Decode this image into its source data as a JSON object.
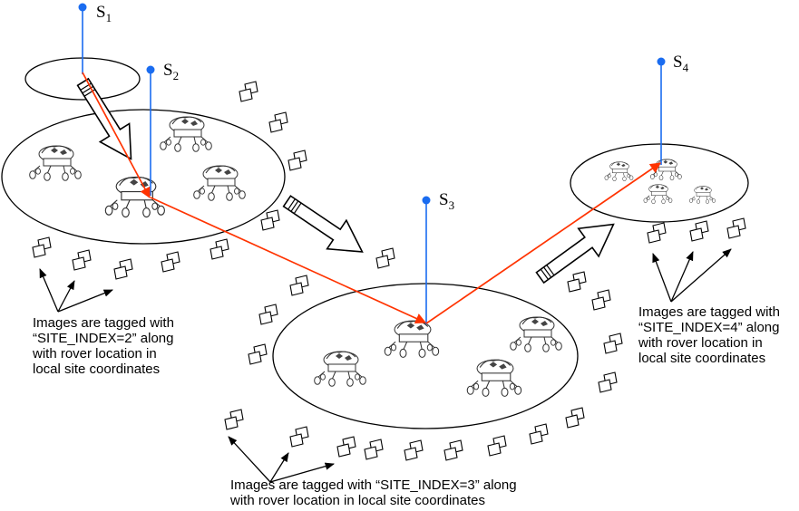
{
  "sites": [
    {
      "label": "S",
      "sub": "1"
    },
    {
      "label": "S",
      "sub": "2"
    },
    {
      "label": "S",
      "sub": "3"
    },
    {
      "label": "S",
      "sub": "4"
    }
  ],
  "captions": {
    "site2": "Images are tagged with\n“SITE_INDEX=2” along\nwith rover location in\nlocal site coordinates",
    "site3": "Images are tagged with “SITE_INDEX=3” along\nwith rover location in local site coordinates",
    "site4": "Images are tagged with\n“SITE_INDEX=4” along\nwith rover location in\nlocal site coordinates"
  },
  "colors": {
    "site_marker": "#1a6cf0",
    "traverse_path": "#ff3300",
    "outline": "#000000"
  }
}
